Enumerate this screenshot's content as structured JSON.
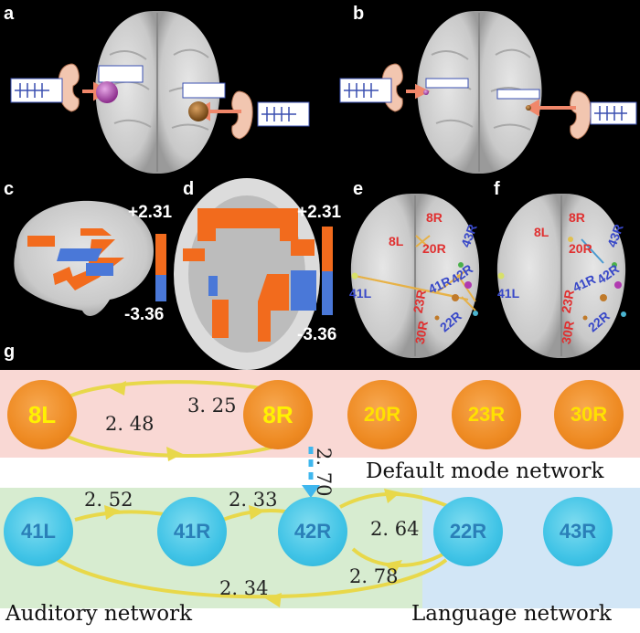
{
  "panels": {
    "a": "a",
    "b": "b",
    "c": "c",
    "d": "d",
    "e": "e",
    "f": "f",
    "g": "g"
  },
  "scale": {
    "max": "+2.31",
    "min": "-3.36"
  },
  "colors": {
    "positive": "#f26b1d",
    "negative": "#4a78d8",
    "default_mode": "#ee8a22",
    "auditory": "#3fc3e6",
    "edge": "#e8d84a",
    "dashed": "#3fb7ee"
  },
  "brain_labels": {
    "e": {
      "l8L": "8L",
      "l8R": "8R",
      "l20R": "20R",
      "l43R": "43R",
      "l42R": "42R",
      "l41R": "41R",
      "l41L": "41L",
      "l23R": "23R",
      "l22R": "22R",
      "l30R": "30R"
    },
    "f": {
      "l8L": "8L",
      "l8R": "8R",
      "l20R": "20R",
      "l43R": "43R",
      "l42R": "42R",
      "l41R": "41R",
      "l41L": "41L",
      "l23R": "23R",
      "l22R": "22R",
      "l30R": "30R"
    }
  },
  "nodes": {
    "n8L": "8L",
    "n8R": "8R",
    "n20R": "20R",
    "n23R": "23R",
    "n30R": "30R",
    "n41L": "41L",
    "n41R": "41R",
    "n42R": "42R",
    "n22R": "22R",
    "n43R": "43R"
  },
  "weights": {
    "w325": "3. 25",
    "w248": "2. 48",
    "w270": "2. 70",
    "w252": "2. 52",
    "w233": "2. 33",
    "w264": "2. 64",
    "w278": "2. 78",
    "w234": "2. 34"
  },
  "networks": {
    "default_mode": "Default mode network",
    "auditory": "Auditory network",
    "language": "Language network"
  }
}
